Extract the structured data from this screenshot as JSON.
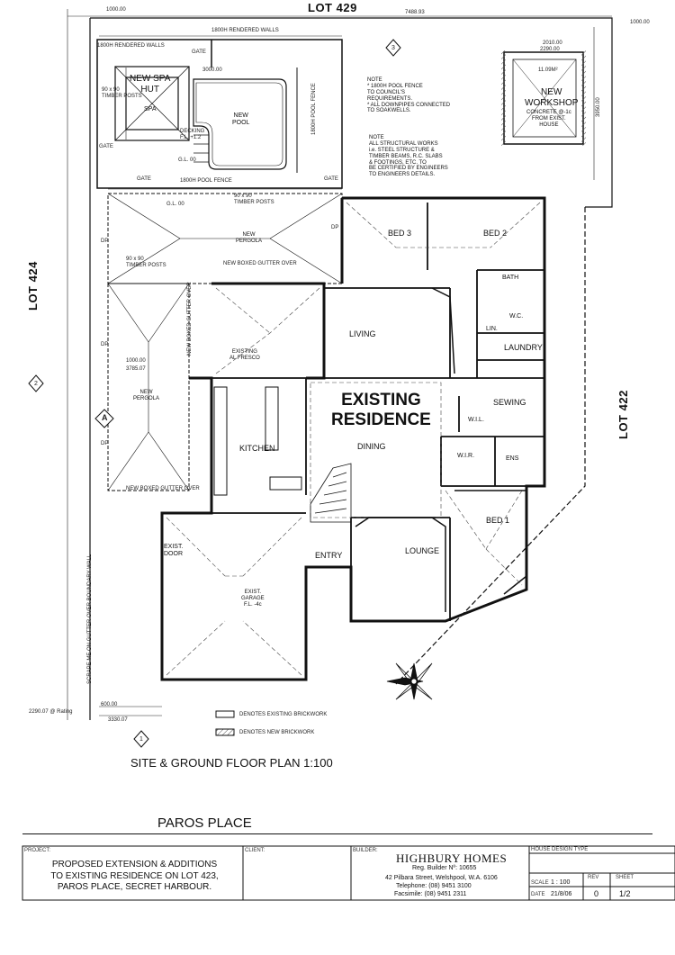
{
  "lots": {
    "top": "LOT 429",
    "left": "LOT 424",
    "right": "LOT 422"
  },
  "street": "PAROS PLACE",
  "plan_title": "SITE & GROUND FLOOR PLAN  1:100",
  "main_label": "EXISTING\nRESIDENCE",
  "rooms": {
    "spa_hut": "NEW SPA\nHUT",
    "spa": "SPA",
    "pool": "NEW\nPOOL",
    "workshop": "NEW\nWORKSHOP",
    "workshop_note": "CONCRETE @-1c\nFROM EXIST.\nHOUSE",
    "pergola_top": "NEW\nPERGOLA",
    "pergola_left": "NEW\nPERGOLA",
    "alfresco": "EXISTING\nAL FRESCO",
    "living": "LIVING",
    "bed3": "BED 3",
    "bed2": "BED 2",
    "bath": "BATH",
    "wc": "W.C.",
    "lin": "LIN.",
    "laundry": "LAUNDRY",
    "sewing": "SEWING",
    "wir_sewing": "W.I.L.",
    "kitchen": "KITCHEN",
    "dining": "DINING",
    "wir": "W.I.R.",
    "ens": "ENS",
    "bed1": "BED 1",
    "entry": "ENTRY",
    "lounge": "LOUNGE",
    "garage": "EXIST.\nGARAGE\nF.L. -4c",
    "exist_door": "EXIST.\nDOOR"
  },
  "dimensions": {
    "rendered_walls_top": "1800H RENDERED WALLS",
    "rendered_walls_left": "1800H RENDERED WALLS",
    "pool_fence_right": "1800H POOL FENCE",
    "pool_fence_bottom": "1800H POOL FENCE",
    "timber_posts_a": "90 x 90\nTIMBER POSTS",
    "timber_posts_b": "90 x 90\nTIMBER POSTS",
    "timber_posts_c": "90 x 90\nTIMBER POSTS",
    "gutter_over": "NEW BOXED GUTTER OVER",
    "gutter_left": "NEW BOXED GUTTER OVER",
    "gutter_bottom": "NEW BOXED GUTTER OVER",
    "gl": "G.L. 00",
    "gl2": "G.L. 00",
    "dim_3000": "3000.00",
    "dim_1000": "1000.00",
    "dim_3785": "3785.07",
    "dim_7488": "7488.93",
    "dim_1000b": "1000.00",
    "dim_2010": "2010.00",
    "dim_3330": "3330.07",
    "dim_2290": "2290.00",
    "dim_3950": "3950.00",
    "dim_side": "2290.07 @ Rating",
    "dim_600": "600.00",
    "wall_note": "SCRAPE ME ON GUTTER OVER BOUNDARY WALL",
    "workshop_area": "11.09M²",
    "dp": "DP",
    "gate": "GATE",
    "spa_level": "DECKING\nF.L. +1.2"
  },
  "notes": {
    "note1": "NOTE\n* 1800H POOL FENCE\n  TO COUNCIL'S\n  REQUIREMENTS.\n* ALL DOWNPIPES CONNECTED\n  TO SOAKWELLS.",
    "note2": "NOTE\nALL STRUCTURAL WORKS\ni.e. STEEL STRUCTURE &\nTIMBER BEAMS, R.C. SLABS\n& FOOTINGS, ETC. TO\nBE CERTIFIED BY ENGINEERS\nTO ENGINEERS DETAILS."
  },
  "section_markers": [
    "1",
    "2",
    "3"
  ],
  "elevation_marker": "A",
  "legend": {
    "existing": "DENOTES EXISTING BRICKWORK",
    "new": "DENOTES NEW BRICKWORK"
  },
  "title_block": {
    "project_label": "PROJECT:",
    "project_text": "PROPOSED EXTENSION & ADDITIONS\nTO EXISTING RESIDENCE ON LOT 423,\nPAROS PLACE, SECRET HARBOUR.",
    "client_label": "CLIENT:",
    "builder_label": "BUILDER:",
    "builder_name": "HIGHBURY HOMES",
    "builder_reg": "Reg. Builder Nº: 10655",
    "builder_address": "42 Pilbara Street, Welshpool, W.A. 6106",
    "builder_phone": "Telephone: (08) 9451 3100",
    "builder_fax": "Facsimile: (08) 9451 2311",
    "house_design_label": "HOUSE DESIGN TYPE",
    "scale_label": "SCALE",
    "scale_value": "1 : 100",
    "rev_label": "REV",
    "rev_value": "0",
    "sheet_label": "SHEET",
    "sheet_value": "1/2",
    "date_label": "DATE",
    "date_value": "21/8/06"
  },
  "colors": {
    "ink": "#111111",
    "grid": "#444444"
  }
}
